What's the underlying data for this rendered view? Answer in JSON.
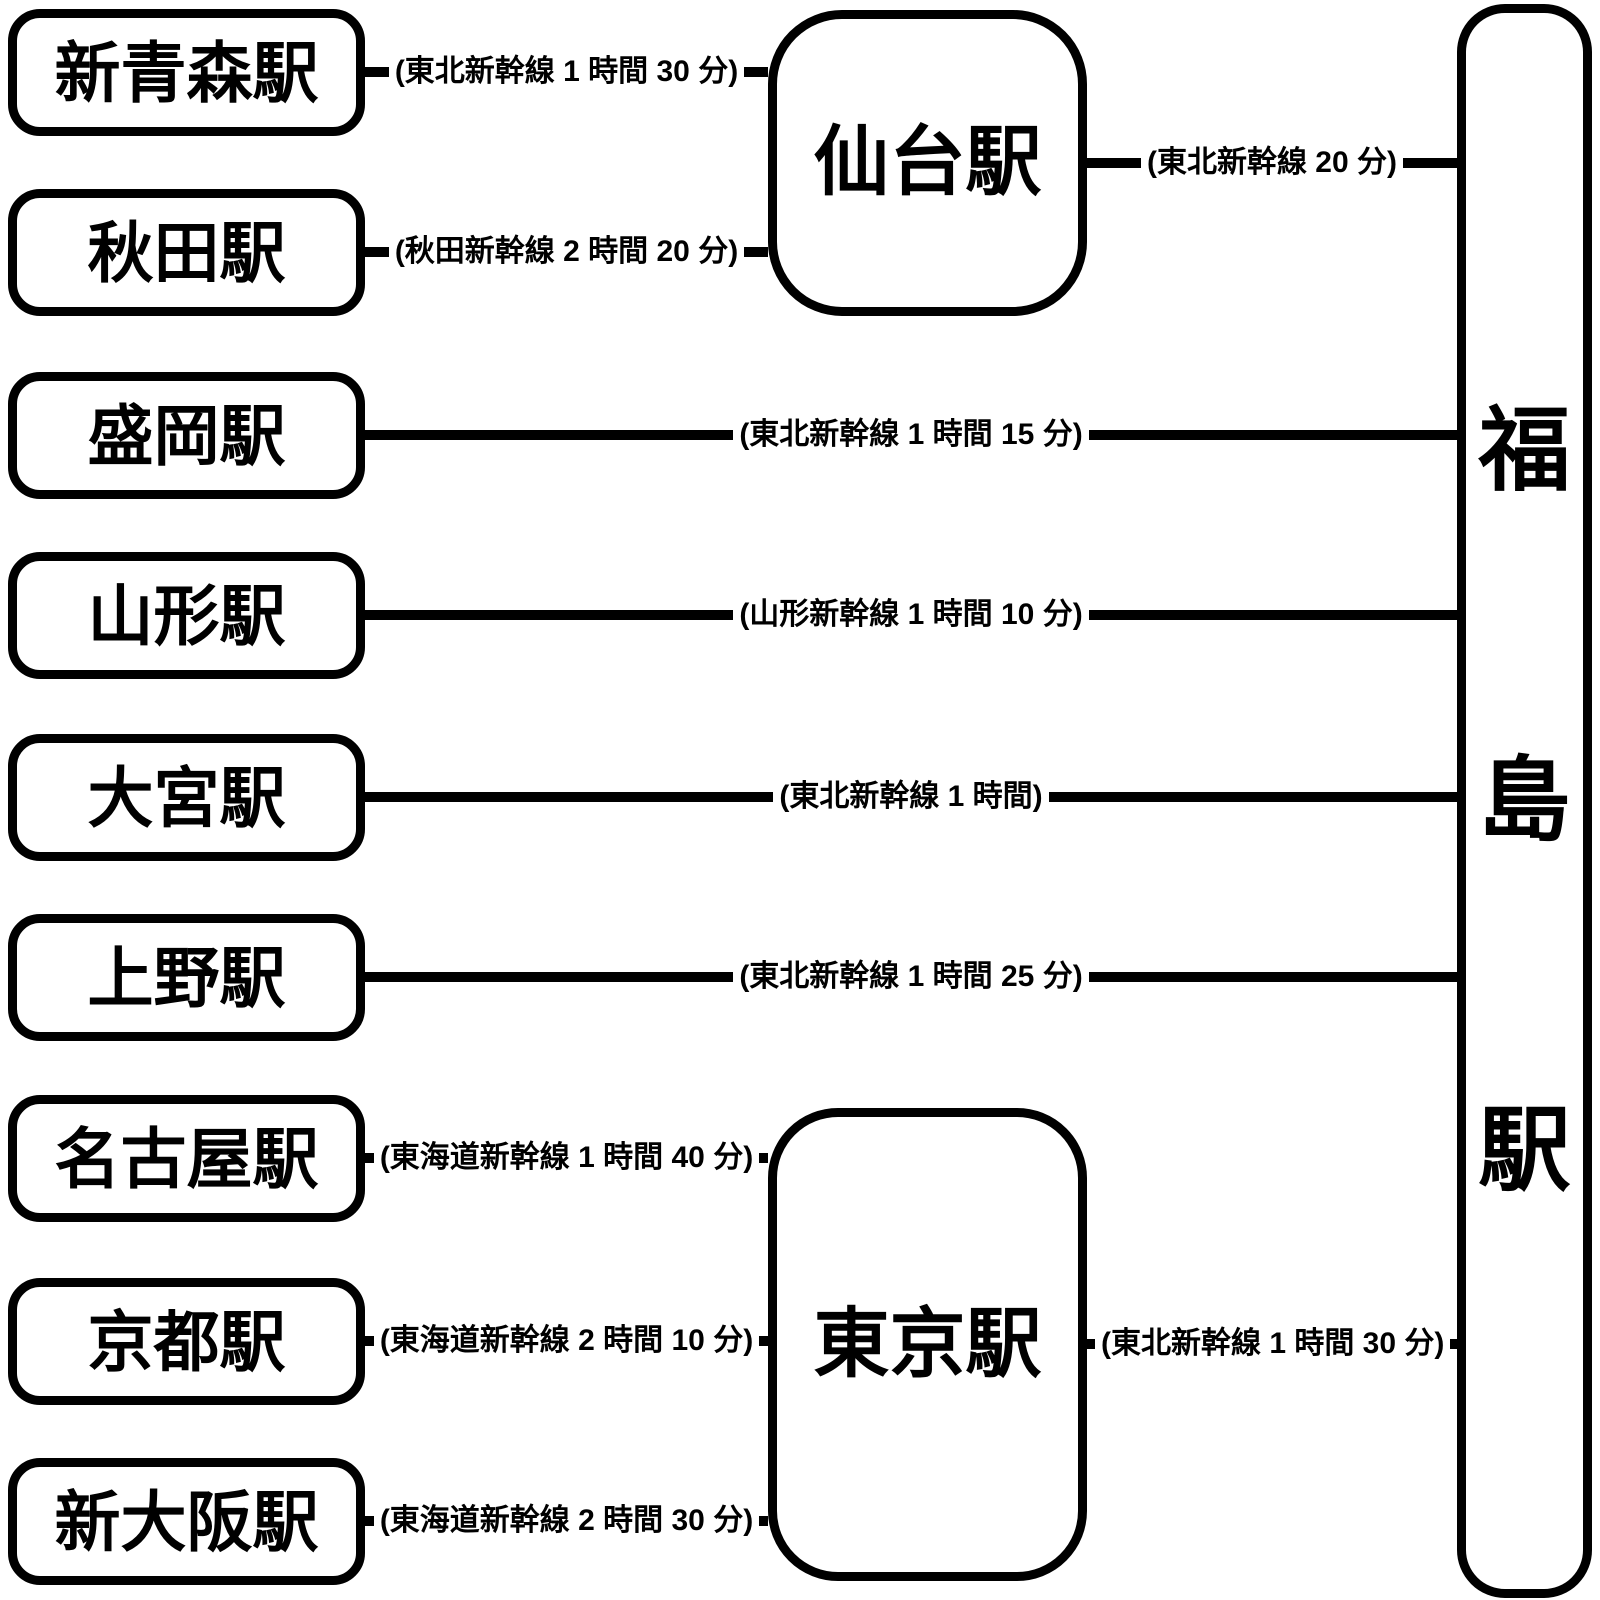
{
  "diagram": {
    "destination": {
      "name": "福島駅",
      "chars": [
        "福",
        "島",
        "駅"
      ]
    },
    "hubs": {
      "sendai": {
        "name": "仙台駅",
        "to_destination_label": "(東北新幹線 20 分)"
      },
      "tokyo": {
        "name": "東京駅",
        "to_destination_label": "(東北新幹線 1 時間 30 分)"
      }
    },
    "stations": [
      {
        "name": "新青森駅",
        "route_label": "(東北新幹線 1 時間 30 分)",
        "connects_to": "仙台駅"
      },
      {
        "name": "秋田駅",
        "route_label": "(秋田新幹線 2 時間 20 分)",
        "connects_to": "仙台駅"
      },
      {
        "name": "盛岡駅",
        "route_label": "(東北新幹線 1 時間 15 分)",
        "connects_to": "福島駅"
      },
      {
        "name": "山形駅",
        "route_label": "(山形新幹線 1 時間 10 分)",
        "connects_to": "福島駅"
      },
      {
        "name": "大宮駅",
        "route_label": "(東北新幹線 1 時間)",
        "connects_to": "福島駅"
      },
      {
        "name": "上野駅",
        "route_label": "(東北新幹線 1 時間 25 分)",
        "connects_to": "福島駅"
      },
      {
        "name": "名古屋駅",
        "route_label": "(東海道新幹線 1 時間 40 分)",
        "connects_to": "東京駅"
      },
      {
        "name": "京都駅",
        "route_label": "(東海道新幹線 2 時間 10 分)",
        "connects_to": "東京駅"
      },
      {
        "name": "新大阪駅",
        "route_label": "(東海道新幹線 2 時間 30 分)",
        "connects_to": "東京駅"
      }
    ],
    "colors": {
      "foreground": "#000000",
      "background": "#ffffff"
    }
  }
}
